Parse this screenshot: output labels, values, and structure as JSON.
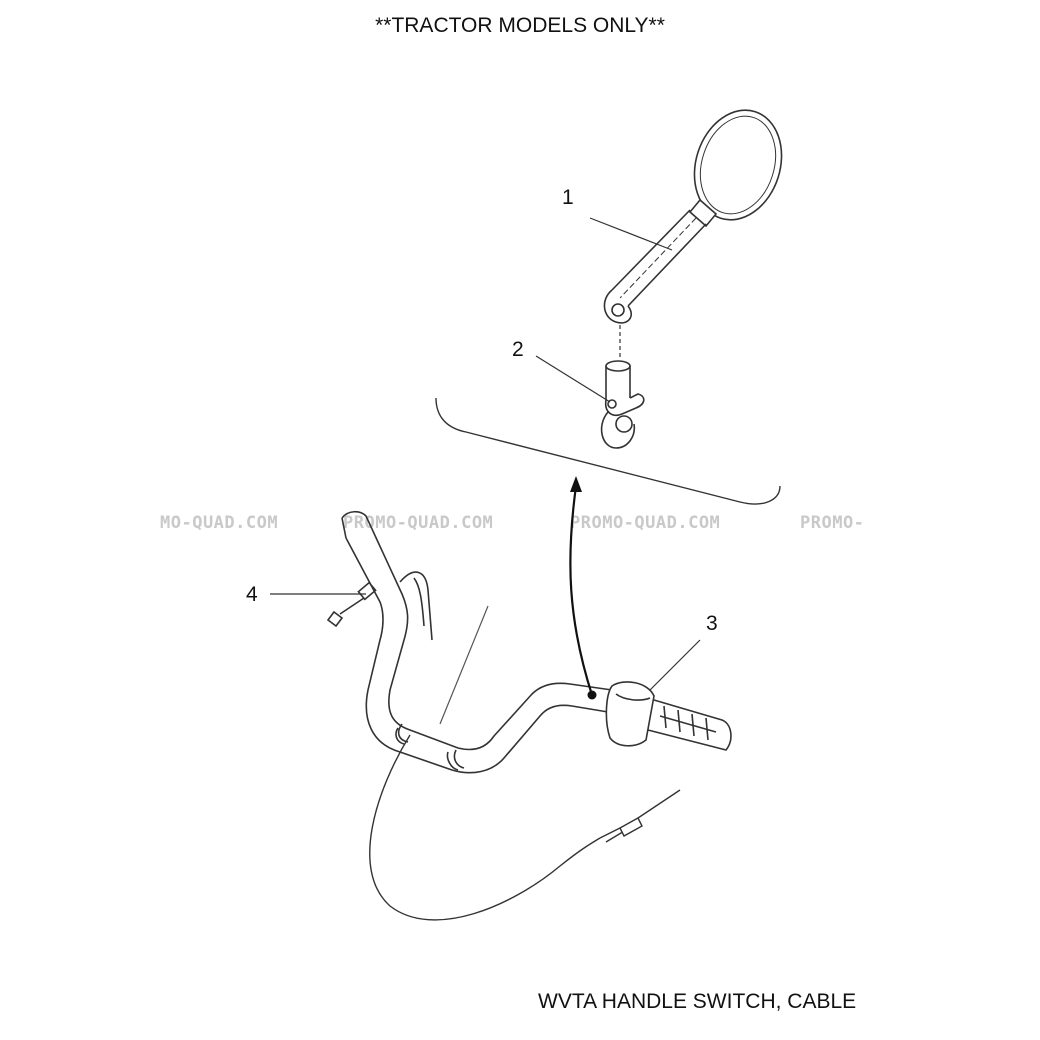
{
  "header": {
    "note": "**TRACTOR MODELS ONLY**"
  },
  "footer": {
    "caption": "WVTA HANDLE SWITCH, CABLE"
  },
  "watermark": {
    "segments": [
      "MO-QUAD.COM",
      "PROMO-QUAD.COM",
      "PROMO-QUAD.COM",
      "PROMO-"
    ],
    "color": "#c9c9c9"
  },
  "callouts": [
    {
      "number": "1",
      "part": "mirror"
    },
    {
      "number": "2",
      "part": "mirror-mount-clamp"
    },
    {
      "number": "3",
      "part": "handle-switch"
    },
    {
      "number": "4",
      "part": "cable-adjuster"
    }
  ]
}
